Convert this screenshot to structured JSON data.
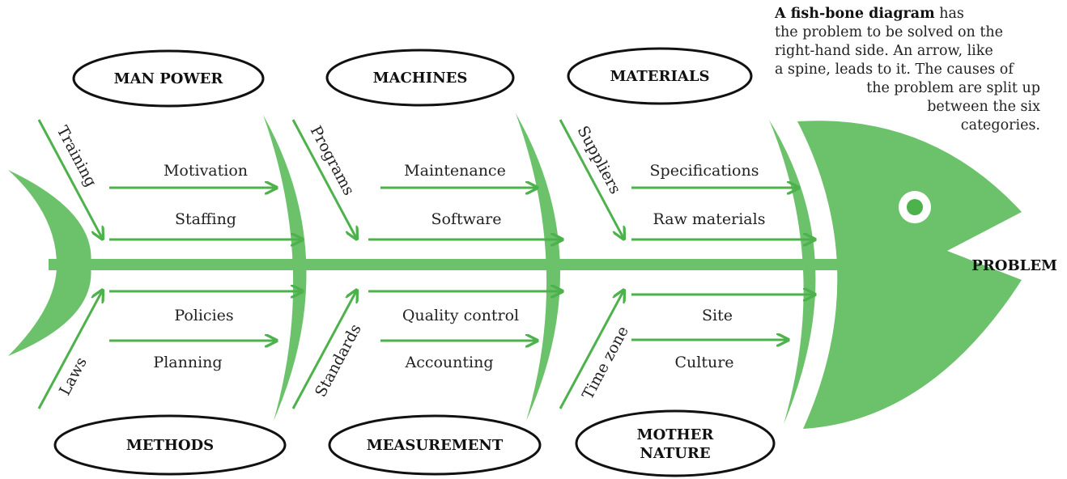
{
  "caption": {
    "bold": "A fish-bone diagram",
    "rest_line1": " has",
    "line2": "the problem to be solved on the",
    "line3": "right-hand side. An arrow, like",
    "line4": "a spine, leads to it. The causes of",
    "line5": "the problem are split up",
    "line6": "between the six",
    "line7": "categories."
  },
  "problem": "PROBLEM",
  "categories": {
    "man_power": "MAN POWER",
    "machines": "MACHINES",
    "materials": "MATERIALS",
    "methods": "METHODS",
    "measurement": "MEASUREMENT",
    "mother_nature_line1": "MOTHER",
    "mother_nature_line2": "NATURE"
  },
  "diagonals": {
    "training": "Training",
    "programs": "Programs",
    "suppliers": "Suppliers",
    "laws": "Laws",
    "standards": "Standards",
    "time_zone": "Time zone"
  },
  "causes": {
    "motivation": "Motivation",
    "staffing": "Staffing",
    "policies": "Policies",
    "planning": "Planning",
    "maintenance": "Maintenance",
    "software": "Software",
    "quality_control": "Quality control",
    "accounting": "Accounting",
    "specifications": "Specifications",
    "raw_materials": "Raw materials",
    "site": "Site",
    "culture": "Culture"
  },
  "colors": {
    "fish": "#6cc16b",
    "ink": "#111111"
  }
}
